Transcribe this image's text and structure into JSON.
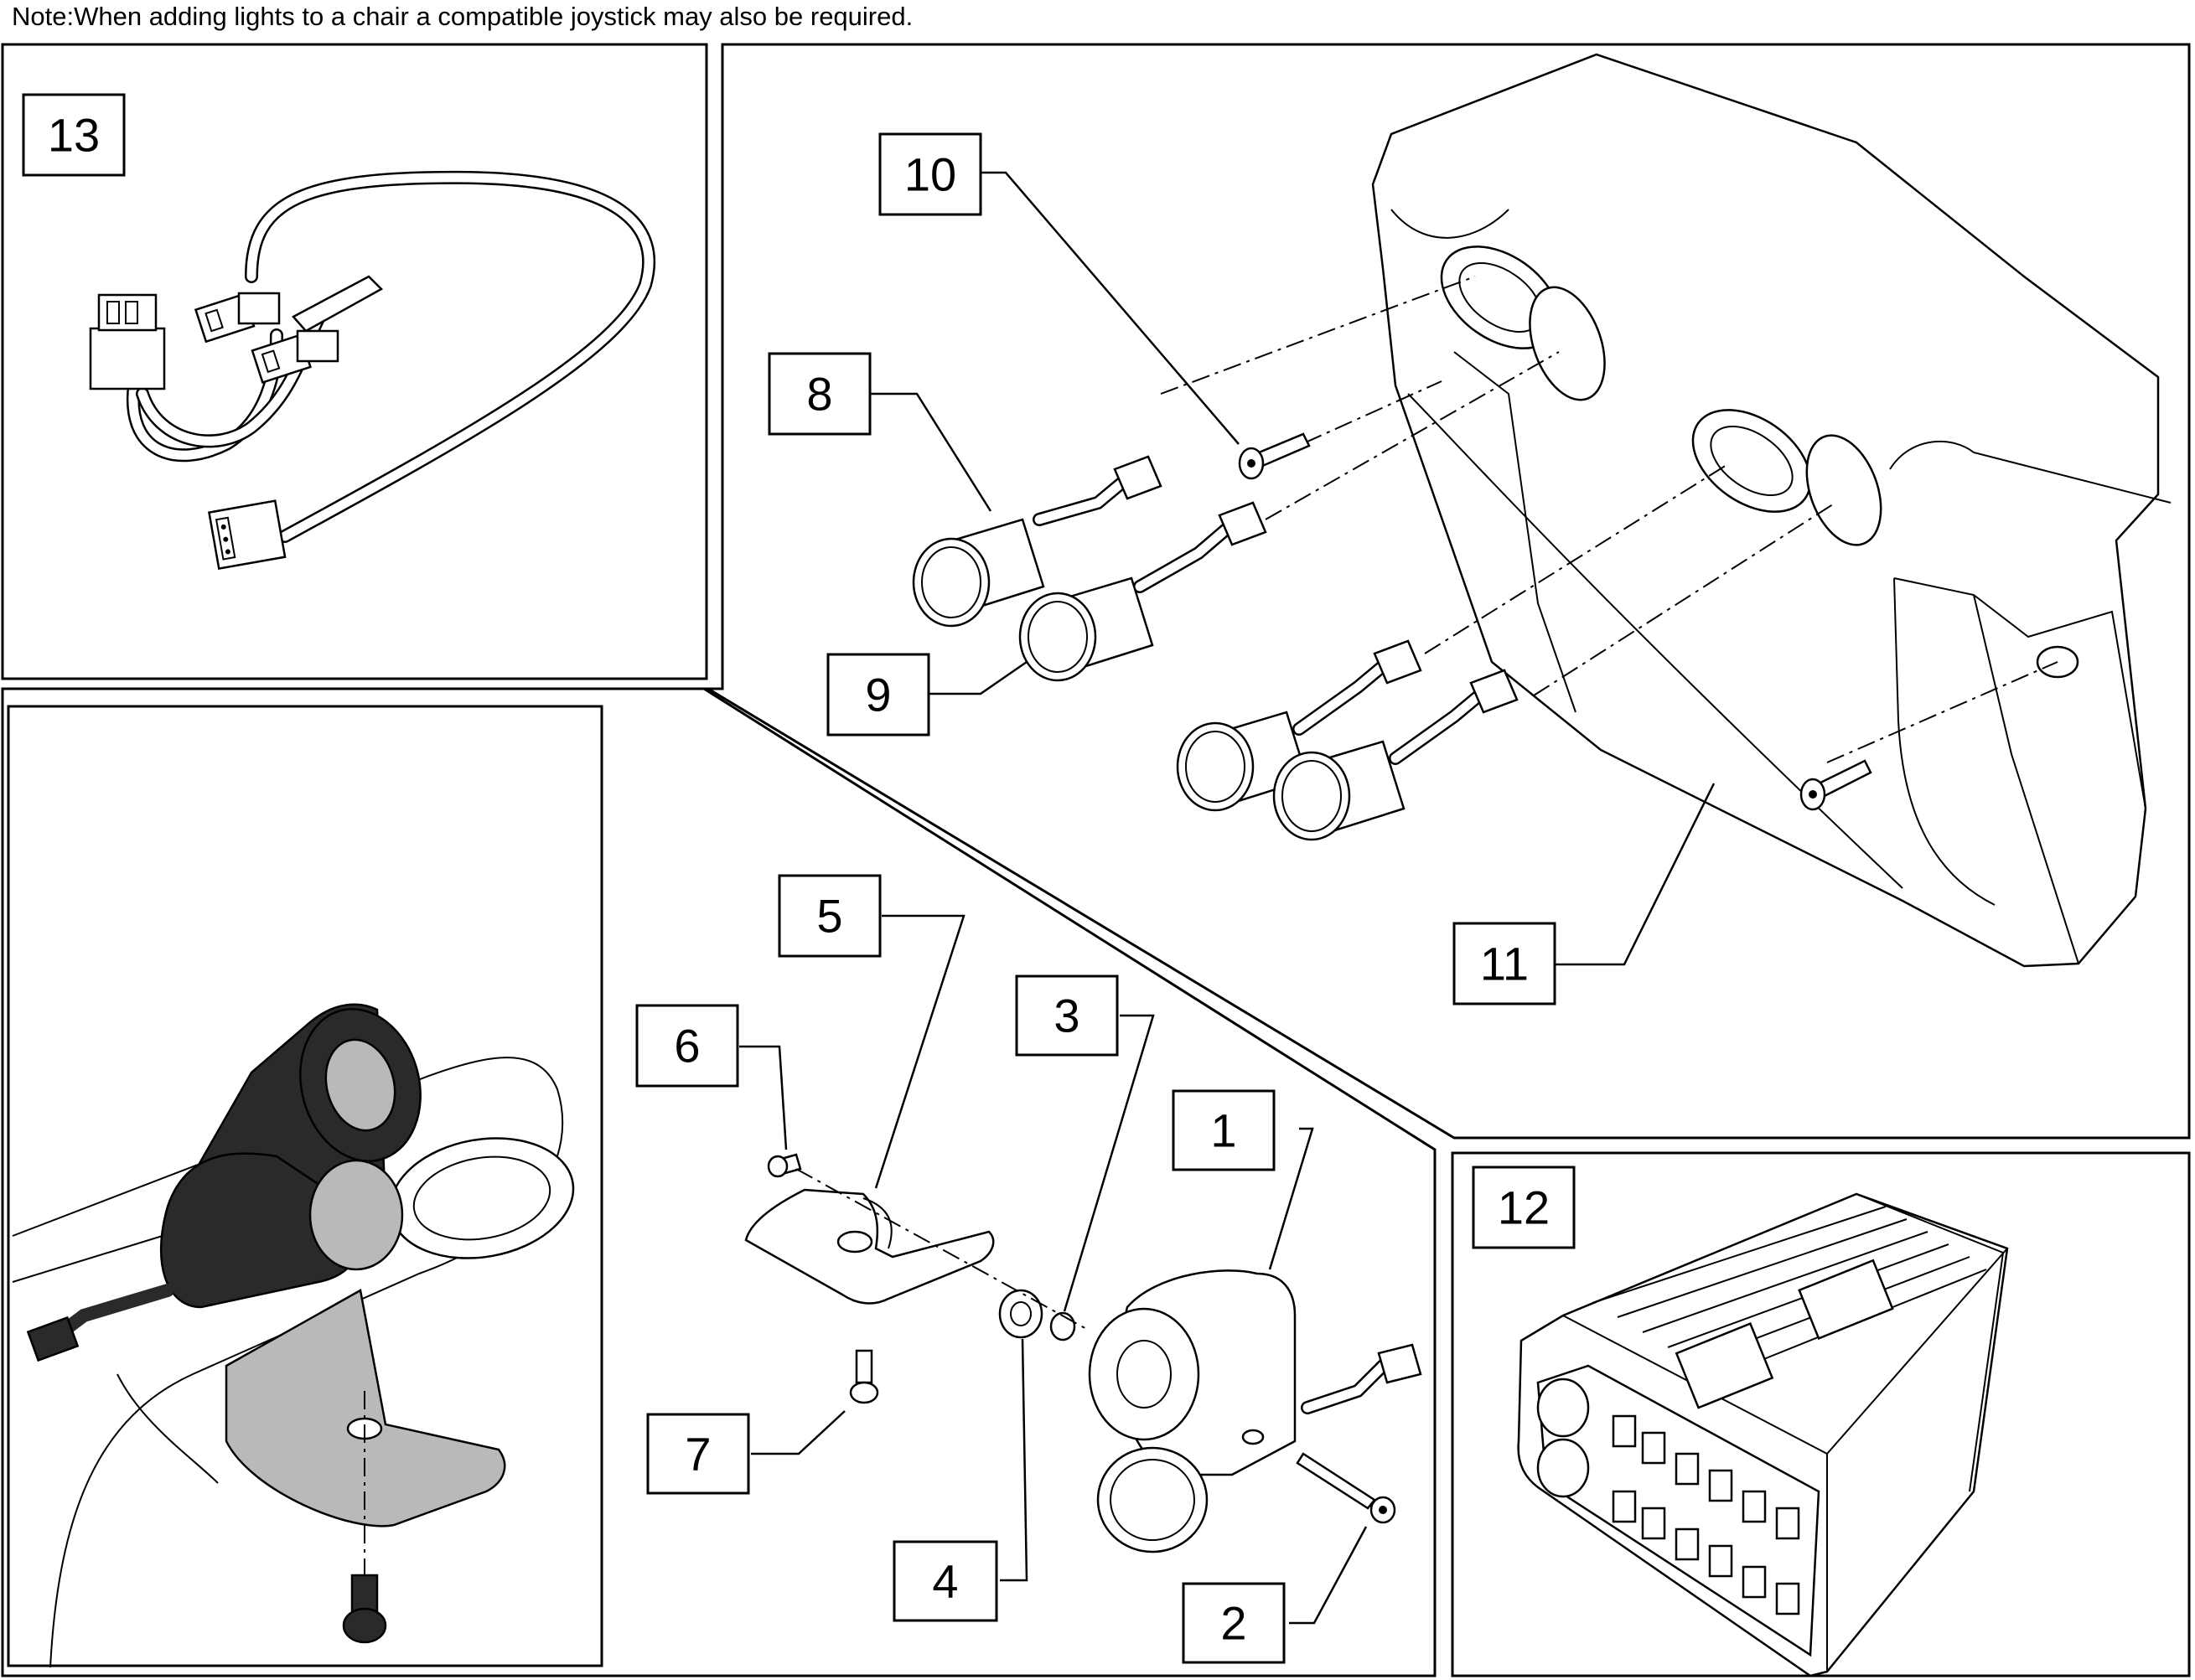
{
  "note": "Note:When adding lights to a chair a compatible joystick may also be required.",
  "callouts": [
    {
      "id": "1",
      "label": "1"
    },
    {
      "id": "2",
      "label": "2"
    },
    {
      "id": "3",
      "label": "3"
    },
    {
      "id": "4",
      "label": "4"
    },
    {
      "id": "5",
      "label": "5"
    },
    {
      "id": "6",
      "label": "6"
    },
    {
      "id": "7",
      "label": "7"
    },
    {
      "id": "8",
      "label": "8"
    },
    {
      "id": "9",
      "label": "9"
    },
    {
      "id": "10",
      "label": "10"
    },
    {
      "id": "11",
      "label": "11"
    },
    {
      "id": "12",
      "label": "12"
    },
    {
      "id": "13",
      "label": "13"
    }
  ],
  "colors": {
    "line": "#000000",
    "background": "#ffffff",
    "dark_part": "#2a2a2a",
    "grey_part": "#b9b9b9"
  }
}
